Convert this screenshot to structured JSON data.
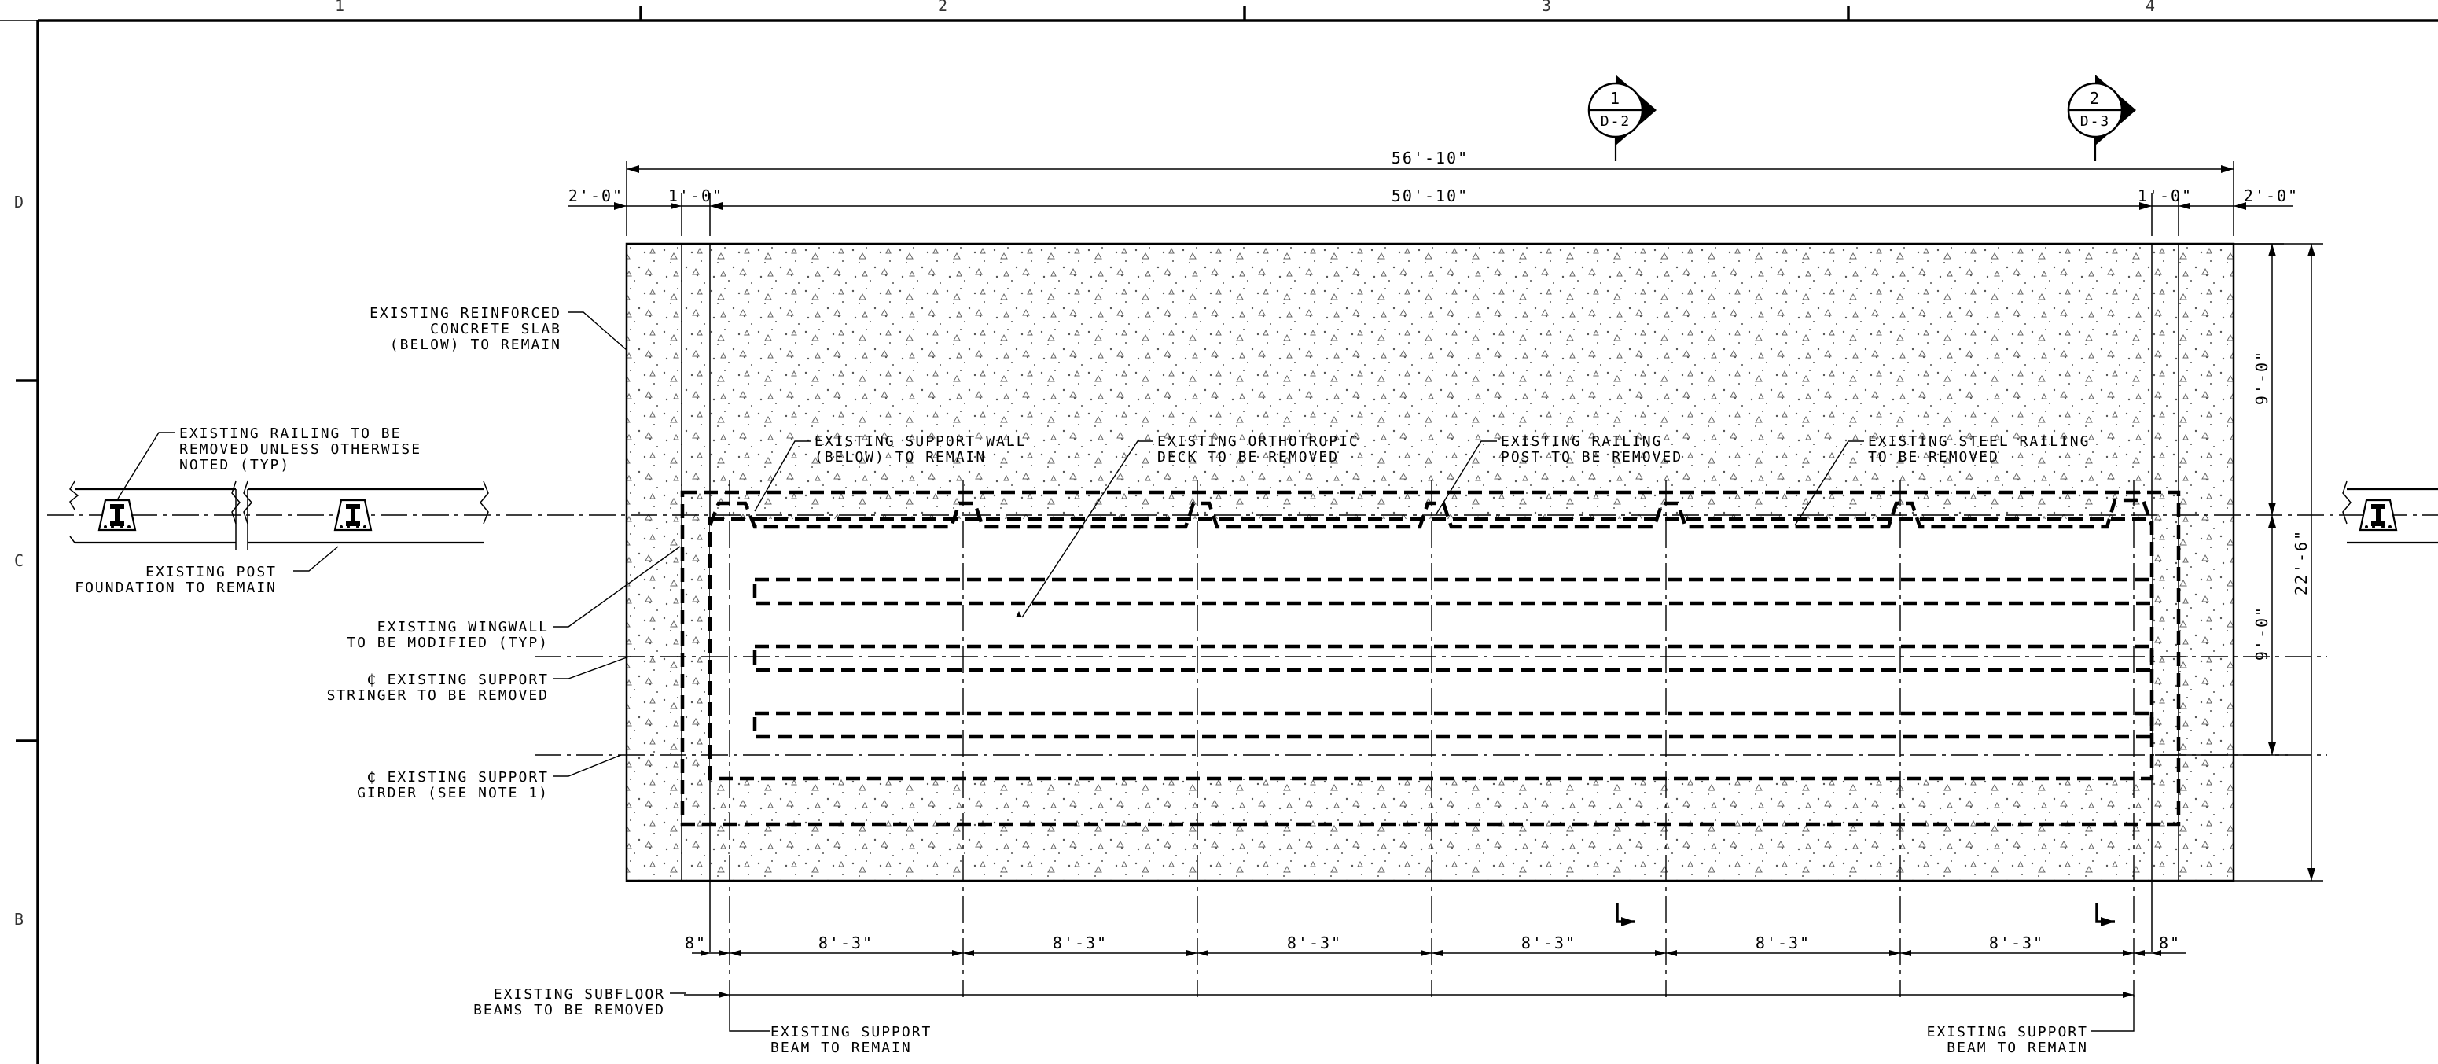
{
  "grid": {
    "columns": [
      "1",
      "2",
      "3",
      "4"
    ],
    "rows": [
      "D",
      "C",
      "B"
    ]
  },
  "section_marks": [
    {
      "number": "1",
      "sheet": "D-2"
    },
    {
      "number": "2",
      "sheet": "D-3"
    }
  ],
  "dimensions": {
    "overall": "56'-10\"",
    "inner": "50'-10\"",
    "left_edge": "2'-0\"",
    "left_wall": "1'-0\"",
    "right_wall": "1'-0\"",
    "right_edge": "2'-0\"",
    "vert_upper": "9'-0\"",
    "vert_lower": "9'-0\"",
    "vert_total": "22'-6\"",
    "bottom_end_left": "8\"",
    "bottom_end_right": "8\"",
    "bays": [
      "8'-3\"",
      "8'-3\"",
      "8'-3\"",
      "8'-3\"",
      "8'-3\"",
      "8'-3\""
    ]
  },
  "notes": {
    "slab": [
      "EXISTING REINFORCED",
      "CONCRETE SLAB",
      "(BELOW) TO REMAIN"
    ],
    "railing_remove": [
      "EXISTING RAILING TO BE",
      "REMOVED UNLESS OTHERWISE",
      "NOTED (TYP)"
    ],
    "post_foundation": [
      "EXISTING POST",
      "FOUNDATION TO REMAIN"
    ],
    "wingwall": [
      "EXISTING WINGWALL",
      "TO BE MODIFIED (TYP)"
    ],
    "stringer": [
      "₵ EXISTING SUPPORT",
      "STRINGER TO BE REMOVED"
    ],
    "girder": [
      "₵ EXISTING SUPPORT",
      "GIRDER (SEE NOTE 1)"
    ],
    "support_wall": [
      "EXISTING SUPPORT WALL",
      "(BELOW) TO REMAIN"
    ],
    "deck": [
      "EXISTING ORTHOTROPIC",
      "DECK TO BE REMOVED"
    ],
    "railing_post": [
      "EXISTING RAILING",
      "POST TO BE REMOVED"
    ],
    "steel_railing": [
      "EXISTING STEEL RAILING",
      "TO BE REMOVED"
    ],
    "subfloor": [
      "EXISTING SUBFLOOR",
      "BEAMS TO BE REMOVED"
    ],
    "beam_left": [
      "EXISTING SUPPORT",
      "BEAM TO REMAIN"
    ],
    "beam_right": [
      "EXISTING SUPPORT",
      "BEAM TO REMAIN"
    ]
  }
}
